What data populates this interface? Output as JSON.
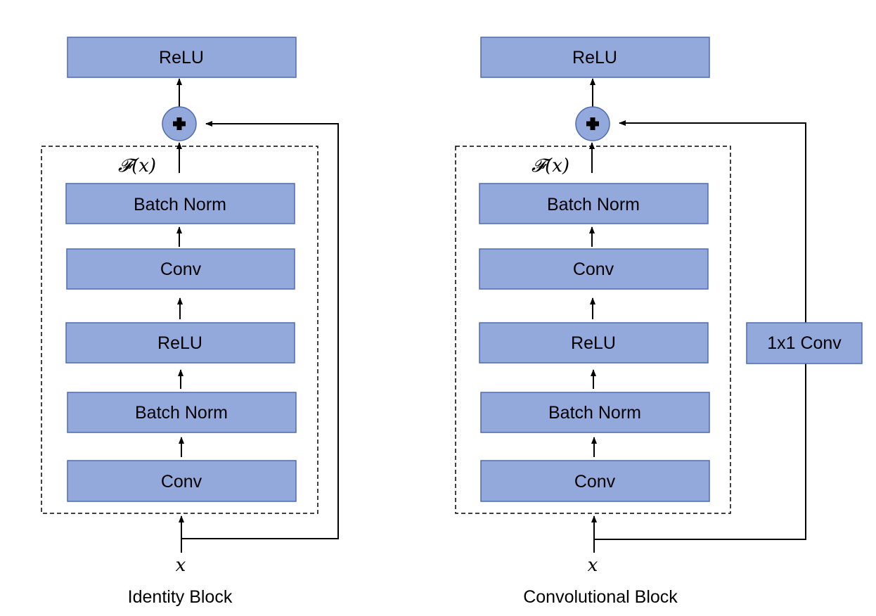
{
  "blocks": [
    {
      "caption": "Identity Block",
      "residual_label": "𝓕(𝑥)",
      "input_label": "𝑥",
      "top_activation": "ReLU",
      "layers": [
        "Batch Norm",
        "Conv",
        "ReLU",
        "Batch Norm",
        "Conv"
      ],
      "shortcut": null
    },
    {
      "caption": "Convolutional Block",
      "residual_label": "𝓕(𝑥)",
      "input_label": "𝑥",
      "top_activation": "ReLU",
      "layers": [
        "Batch Norm",
        "Conv",
        "ReLU",
        "Batch Norm",
        "Conv"
      ],
      "shortcut": "1x1 Conv"
    }
  ],
  "colors": {
    "box_fill": "#94a9db",
    "box_stroke": "#4f6bb0",
    "line": "#000000"
  }
}
